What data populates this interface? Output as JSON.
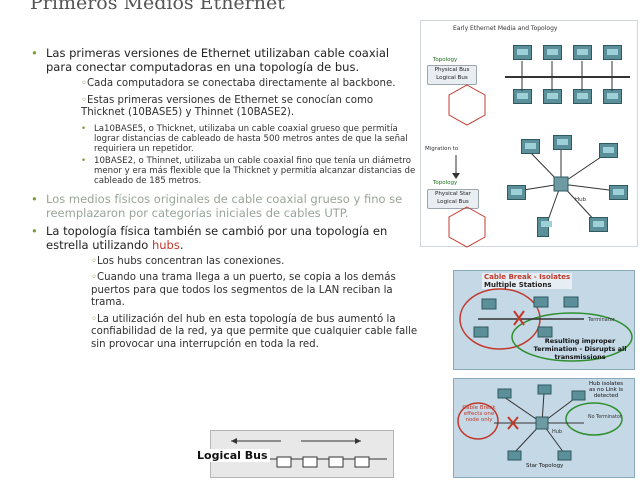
{
  "slide": {
    "title": "Primeros Medios Ethernet",
    "bullets": [
      "Las primeras versiones de Ethernet utilizaban cable coaxial para conectar computadoras en una topología de bus.",
      "Los medios físicos originales de cable coaxial grueso y fino se reemplazaron por categorías iniciales de cables UTP.",
      "La topología física también se cambió por una topología en estrella utilizando ",
      "hubs",
      "."
    ],
    "sub_bullets": [
      "Cada computadora se conectaba directamente al backbone.",
      "Estas primeras versiones de Ethernet se conocían como Thicknet (10BASE5) y Thinnet (10BASE2).",
      "Los hubs concentran las conexiones.",
      "Cuando una trama llega a un puerto, se copia a los demás puertos para que todos los segmentos de la LAN reciban la trama.",
      "La utilización del hub en esta topología de bus aumentó la confiabilidad de la red, ya que permite que cualquier cable falle sin provocar una interrupción en toda la red."
    ],
    "subsub_bullets": [
      "La10BASE5, o Thicknet, utilizaba un cable coaxial grueso que permitía lograr distancias de cableado de hasta 500 metros antes de que la señal requiriera un repetidor.",
      "10BASE2, o Thinnet, utilizaba un cable coaxial fino que tenía un diámetro menor y era más flexible que la Thicknet y permitía alcanzar distancias de cableado de 185 metros."
    ]
  },
  "diagram": {
    "title": "Early Ethernet Media and Topology",
    "topology_label_1": "Topology",
    "box1_line1": "Physical Bus",
    "box1_line2": "Logical Bus",
    "migration_label": "Migration to",
    "topology_label_2": "Topology",
    "box2_line1": "Physical Star",
    "box2_line2": "Logical Bus",
    "hub_label": "Hub"
  },
  "panel_cable_break": {
    "title_line1": "Cable Break - Isolates",
    "title_line2": "Multiple Stations",
    "terminator_label": "Terminator",
    "result_line1": "Resulting improper",
    "result_line2": "Termination - Disrupts all",
    "result_line3": "transmissions"
  },
  "panel_hub": {
    "hub_isolates_line1": "Hub isolates",
    "hub_isolates_line2": "as no Link is",
    "hub_isolates_line3": "detected",
    "cable_break_line1": "Cable Break",
    "cable_break_line2": "effects one",
    "cable_break_line3": "node only",
    "no_terminator": "No Terminator",
    "star_topology": "Star Topology",
    "hub_label": "Hub"
  },
  "logical_bus": {
    "label": "Logical Bus"
  },
  "colors": {
    "bullet_marker": "#7b9c3a",
    "hubs_highlight": "#c0392b",
    "grey_bullet": "#98a59a",
    "panel_bg": "#c4d8e6",
    "hexagon": "#c0392b"
  }
}
